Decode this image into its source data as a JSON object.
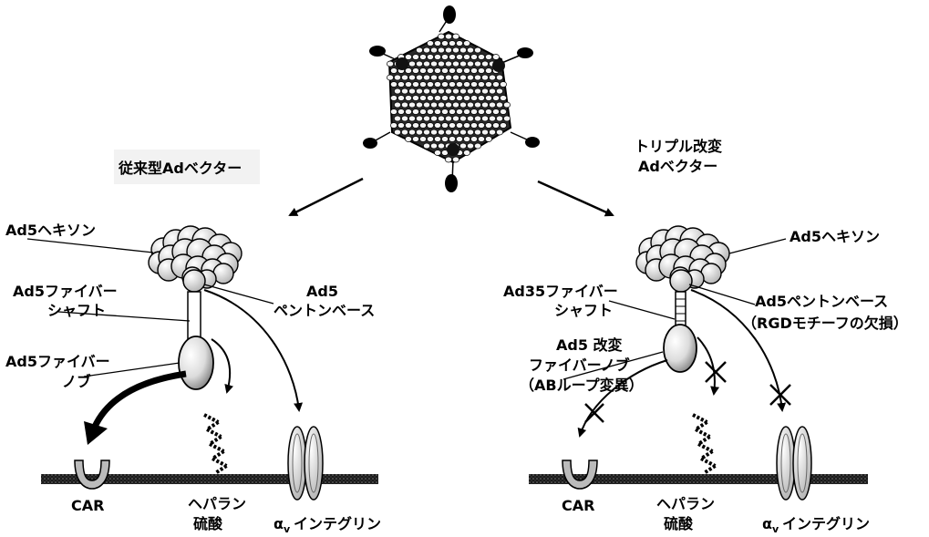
{
  "figure": {
    "left": {
      "title": "従来型Adベクター",
      "hexon": "Ad5ヘキソン",
      "penton_l1": "Ad5",
      "penton_l2": "ペントンベース",
      "shaft_l1": "Ad5ファイバー",
      "shaft_l2": "シャフト",
      "knob_l1": "Ad5ファイバー",
      "knob_l2": "ノブ",
      "car": "CAR",
      "heparan_l1": "ヘパラン",
      "heparan_l2": "硫酸",
      "integrin": "インテグリン"
    },
    "right": {
      "title_l1": "トリプル改変",
      "title_l2": "Adベクター",
      "hexon": "Ad5ヘキソン",
      "penton_l1": "Ad5ペントンベース",
      "penton_l2": "（RGDモチーフの欠損）",
      "shaft_l1": "Ad35ファイバー",
      "shaft_l2": "シャフト",
      "knob_l1": "Ad5 改変",
      "knob_l2": "ファイバーノブ",
      "knob_l3": "（ABループ変異）",
      "car": "CAR",
      "heparan_l1": "ヘパラン",
      "heparan_l2": "硫酸",
      "integrin": "インテグリン"
    },
    "alpha": "α",
    "alpha_sub": "v",
    "cross_mark": "×"
  }
}
